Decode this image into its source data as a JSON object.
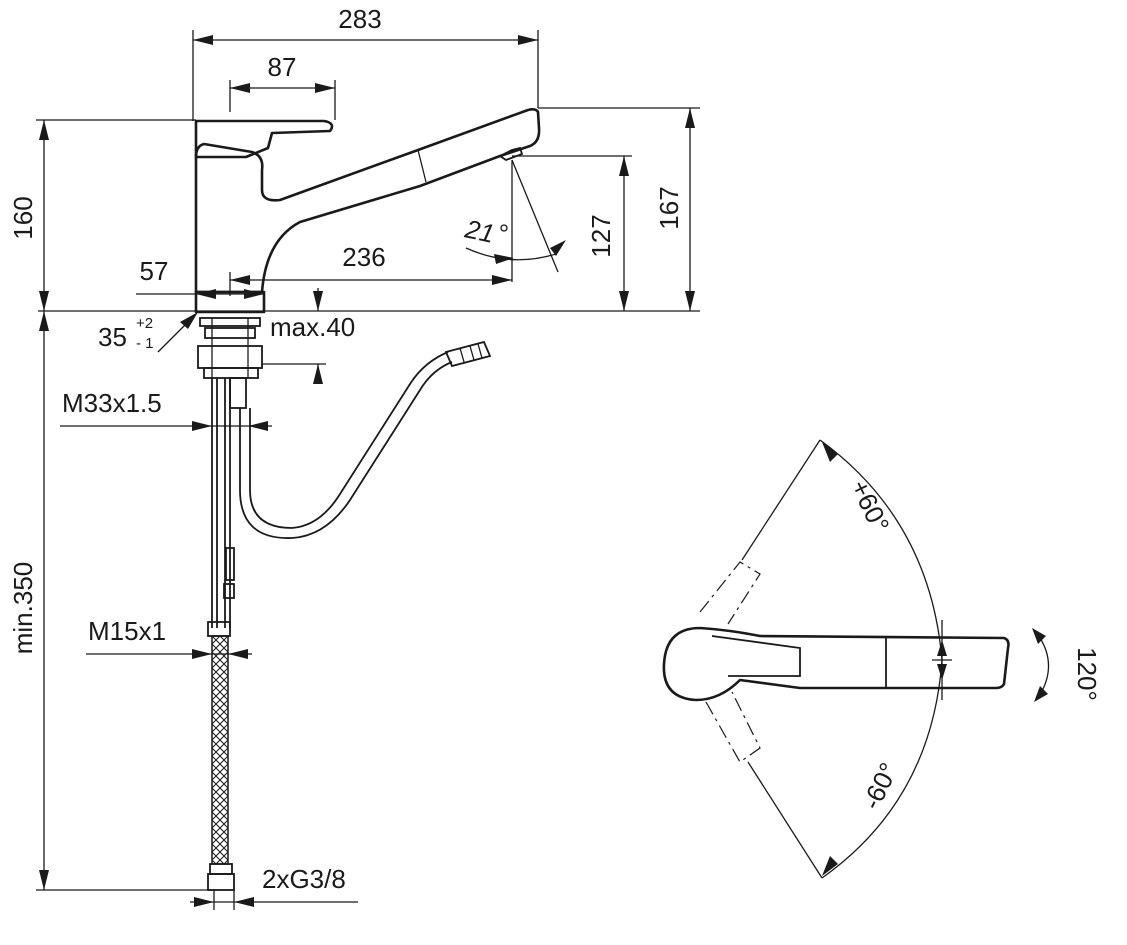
{
  "dimensions": {
    "overall_width": "283",
    "lever_offset": "87",
    "body_height": "160",
    "spout_height": "167",
    "outlet_height": "127",
    "spout_angle": "21",
    "spout_reach": "236",
    "base_diameter": "57",
    "hole_diameter": "35",
    "hole_tol_plus": "+2",
    "hole_tol_minus": "- 1",
    "deck_max": "max.40",
    "shank_thread": "M33x1.5",
    "hose_thread": "M15x1",
    "hose_length": "min.350",
    "connections": "2xG3/8",
    "swivel_plus": "+60°",
    "swivel_minus": "-60°",
    "handle_rotation": "120°"
  }
}
